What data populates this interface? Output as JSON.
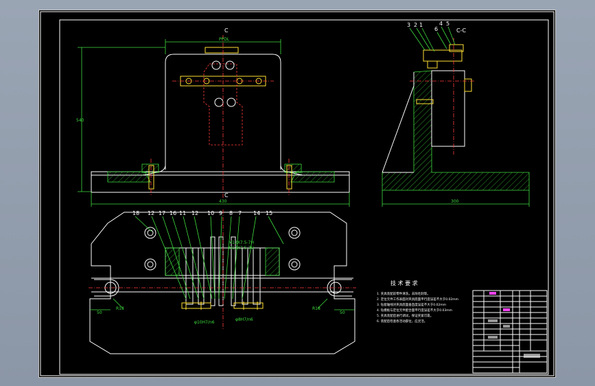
{
  "section_labels": {
    "top_c": "C",
    "bottom_c": "C",
    "side": "C-C"
  },
  "dims": {
    "front_top": "PPDL",
    "front_height": "540",
    "front_bottom": "430",
    "side_bottom": "300",
    "plan_left": "50",
    "plan_right": "50",
    "plan_r_left": "R18",
    "plan_r_right": "R18",
    "plan_note_left": "M12X7.5-7H",
    "plan_note_right": "M12X7.5-7H",
    "plan_fit_a": "φ10H7/n6",
    "plan_fit_b": "φ8H7/n6"
  },
  "part_numbers_plan": [
    "18",
    "12",
    "17",
    "16",
    "11",
    "12",
    "10",
    "9",
    "8",
    "7",
    "14",
    "15"
  ],
  "part_numbers_side": [
    "3",
    "2",
    "1",
    "4",
    "5",
    "6"
  ],
  "tech_req": {
    "title": "技 术 要 求",
    "items": [
      "1. 夹具装配前零件清洗，去除毛刺等。",
      "2. 定位元件工作表面对夹具底面平行度误差不大于0.02mm",
      "3. 钻套轴线对夹具底面垂直度误差不大于0.02mm",
      "4. 钻模板与定位元件配合面平行度误差不大于0.03mm",
      "5. 夹具装配后进行调试，保证夹紧可靠。",
      "6. 装配后检查各活动部位，应灵活。"
    ]
  },
  "colors": {
    "bg": "#000000",
    "line": "#ffffff",
    "dim": "#3fdc3f",
    "center": "#ff3b3b",
    "part": "#ffe033"
  }
}
